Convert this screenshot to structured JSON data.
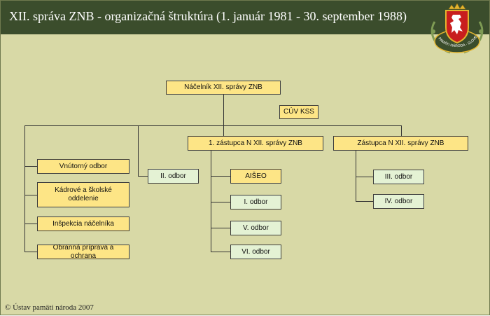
{
  "header": {
    "title": "XII. správa ZNB - organizačná štruktúra    (1. január 1981 - 30. september 1988)",
    "emblem_text": "ÚSTAV PAMÄTI NÁRODA · SLOVENSKO",
    "emblem_colors": {
      "shield": "#c81e1e",
      "lion": "#ffffff",
      "crown": "#e3b42f",
      "branch": "#7e9b54"
    }
  },
  "colors": {
    "background": "#d8d9a6",
    "header": "#3b4d2c",
    "box_management": "#fde586",
    "box_department": "#e4f2d4",
    "line": "#333333"
  },
  "chart": {
    "head": "Náčelník XII. správy ZNB",
    "cuv": "CÚV KSS",
    "deputy1": "1. zástupca N XII. správy ZNB",
    "deputy2": "Zástupca N XII. správy ZNB",
    "left_units": [
      "Vnútorný odbor",
      "Kádrové a školské oddelenie",
      "Inšpekcia náčelníka",
      "Obranná príprava a ochrana"
    ],
    "odbor_2": "II. odbor",
    "deputy1_units": [
      "AIŠEO",
      "I. odbor",
      "V. odbor",
      "VI. odbor"
    ],
    "deputy2_units": [
      "III. odbor",
      "IV. odbor"
    ]
  },
  "footer": {
    "copyright": "© Ústav pamäti národa 2007"
  }
}
